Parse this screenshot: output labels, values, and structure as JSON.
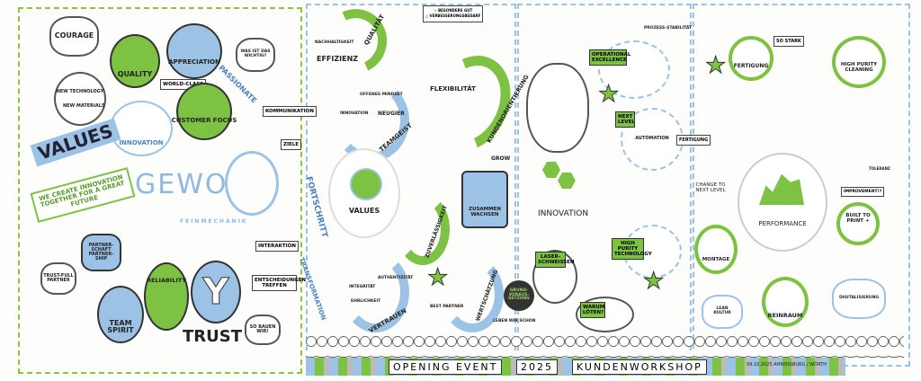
{
  "panel1": {
    "values_banner": "VALUES",
    "tagline": "WE CREATE INNOVATION TOGETHER FOR A GREAT FUTURE",
    "logo": {
      "name": "GEWO",
      "sub": "FEINMECHANIK"
    },
    "courage": "COURAGE",
    "quality": "QUALITY",
    "appreciation": "APPRECIATION",
    "world_class": "WORLD-CLASS",
    "customer_focus": "CUSTOMER FOCUS",
    "passion": "PASSIONATE",
    "new_technology": "NEW TECHNOLOGY",
    "new_materials": "NEW MATERIALS",
    "innovation": "INNOVATION",
    "partnership": "PARTNER-SCHAFT PARTNER-SHIP",
    "trustful_partner": "TRUST-FULL PARTNER",
    "reliability": "RELIABILITY",
    "team_spirit": "TEAM SPIRIT",
    "trust": "TRUST",
    "wichtig": "WAS IST DAS WICHTIG?",
    "kommunikation": "KOMMUNIKATION",
    "ziele": "ZIELE",
    "interaktion": "INTERAKTION",
    "entscheidungen": "ENTSCHEIDUNGEN TREFFEN",
    "so_bauen": "SO BAUEN WIR!",
    "fortschritt": "FORTSCHRITT",
    "transformation": "TRANSFORMATION"
  },
  "panel2": {
    "legend": [
      "BESONDERS GUT",
      "VERBESSERUNGSBEDARF"
    ],
    "effizienz": "EFFIZIENZ",
    "qualitaet": "QUALITÄT",
    "nachhaltigkeit": "NACHHALTIGKEIT",
    "teamgeist": "TEAMGEIST",
    "neugier": "NEUGIER",
    "offenes_mindset": "OFFENES MINDSET",
    "innovation": "INNOVATION",
    "flexibilitaet": "FLEXIBILITÄT",
    "kundenorientierung": "KUNDENORIENTIERUNG",
    "grow": "GROW",
    "zusammen_wachsen": "ZUSAMMEN WACHSEN",
    "values": "VALUES",
    "zuverlaessigkeit": "ZUVERLÄSSIGKEIT",
    "vertrauen": "VERTRAUEN",
    "integritaet": "INTEGRITÄT",
    "authentizitaet": "AUTHENTIZITÄT",
    "ehrlichkeit": "EHRLICHKEIT",
    "wertschaetzung": "WERTSCHÄTZUNG",
    "best_partner": "BEST PARTNER",
    "grundvoraussetzung": "GRUND-VORAUS-SETZUNG",
    "leben_wir": "LEBEN WIR SCHON"
  },
  "panel3": {
    "innovation": "INNOVATION",
    "operational_excellence": "OPERATIONAL EXCELLENCE",
    "next_level": "NEXT LEVEL",
    "automation": "AUTOMATION",
    "fertigung": "FERTIGUNG",
    "high_purity_technology": "HIGH PURITY TECHNOLOGY",
    "laserschweissen": "LASER-SCHWEISSEN",
    "warum_loeten": "WARUM LÖTEN?",
    "change": "CHANGE TO NEXT LEVEL",
    "prozessstabilitaet": "PROZESS-STABILITÄT"
  },
  "panel4": {
    "performance": "PERFORMANCE",
    "fertigung": "FERTIGUNG",
    "so_stark": "SO STARK",
    "high_purity_cleaning": "HIGH PURITY CLEANING",
    "montage": "MONTAGE",
    "reinraum": "REINRAUM",
    "built_to_print": "BUILT TO PRINT +",
    "improvement": "IMPROVEMENT!?",
    "lean_kultur": "LEAN KULTUR",
    "digitalisierung": "DIGITALISIERUNG",
    "toleranz": "TOLERANZ"
  },
  "banner": {
    "event": "OPENING EVENT",
    "year": "2025",
    "workshop": "KUNDENWORKSHOP",
    "date_place": "09.10.2025 AHRENSBURG / WÖRTH"
  },
  "colors": {
    "green": "#7dc242",
    "blue": "#9cc3e6"
  }
}
